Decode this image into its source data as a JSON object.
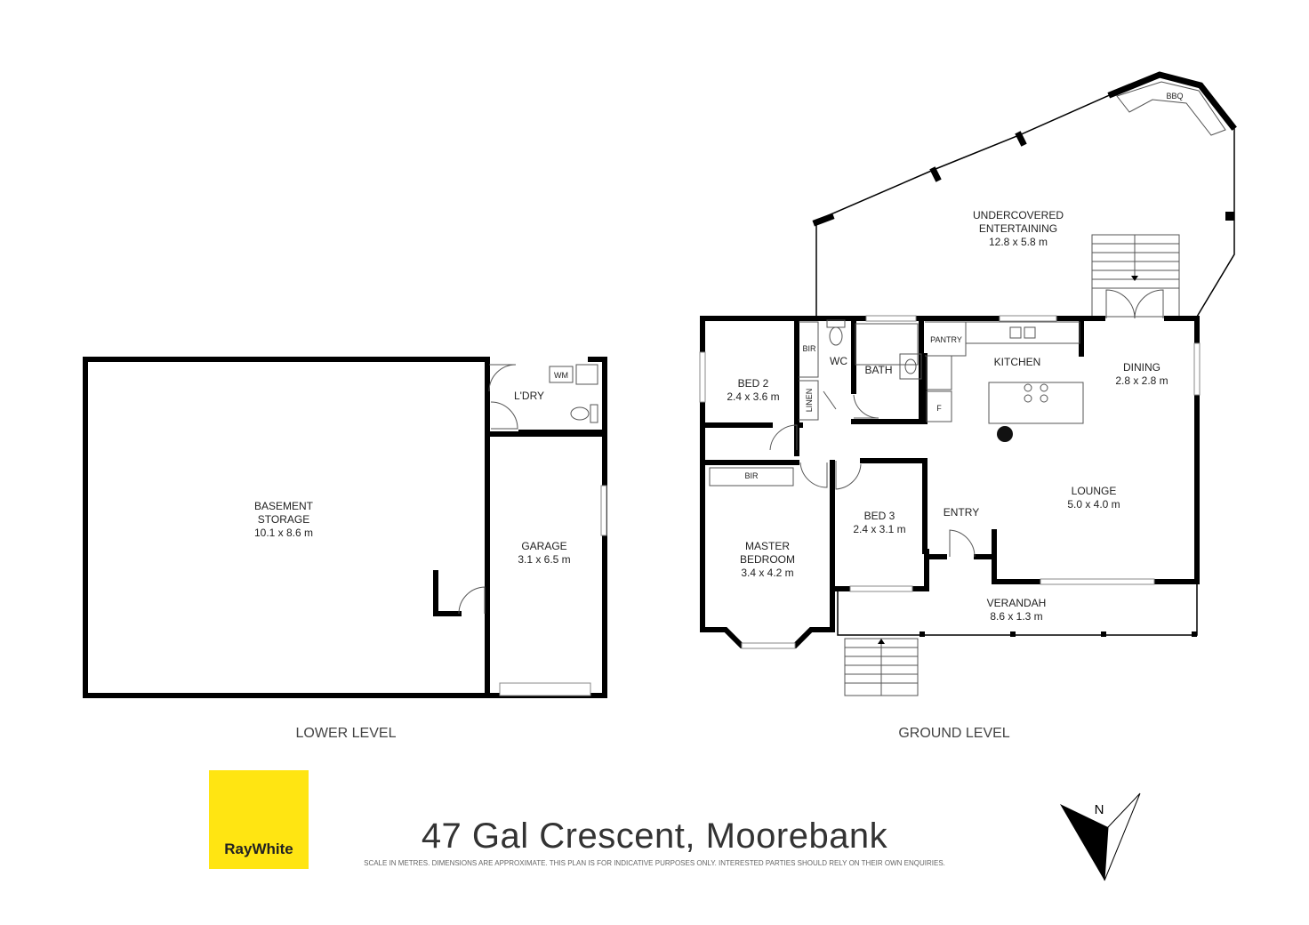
{
  "title": "47 Gal Crescent, Moorebank",
  "disclaimer": "SCALE IN METRES. DIMENSIONS ARE APPROXIMATE. THIS PLAN IS FOR INDICATIVE PURPOSES ONLY. INTERESTED PARTIES SHOULD RELY ON THEIR OWN ENQUIRIES.",
  "logo": {
    "text": "RayWhite",
    "color": "#ffe512"
  },
  "compass": {
    "label": "N"
  },
  "levels": {
    "lower": "LOWER LEVEL",
    "ground": "GROUND LEVEL"
  },
  "lower_rooms": {
    "basement_name1": "BASEMENT",
    "basement_name2": "STORAGE",
    "basement_dim": "10.1 x 8.6 m",
    "laundry": "L'DRY",
    "wm": "WM",
    "garage": "GARAGE",
    "garage_dim": "3.1 x 6.5 m"
  },
  "ground_rooms": {
    "entertaining1": "UNDERCOVERED",
    "entertaining2": "ENTERTAINING",
    "entertaining_dim": "12.8 x 5.8 m",
    "bbq": "BBQ",
    "bed2": "BED 2",
    "bed2_dim": "2.4 x 3.6 m",
    "bir1": "BIR",
    "linen": "LINEN",
    "wc": "WC",
    "bath": "BATH",
    "pantry": "PANTRY",
    "kitchen": "KITCHEN",
    "fridge": "F",
    "dining": "DINING",
    "dining_dim": "2.8 x 2.8 m",
    "bir2": "BIR",
    "master1": "MASTER",
    "master2": "BEDROOM",
    "master_dim": "3.4 x 4.2 m",
    "bed3": "BED 3",
    "bed3_dim": "2.4 x 3.1 m",
    "entry": "ENTRY",
    "lounge": "LOUNGE",
    "lounge_dim": "5.0 x 4.0 m",
    "verandah": "VERANDAH",
    "verandah_dim": "8.6 x 1.3 m"
  }
}
